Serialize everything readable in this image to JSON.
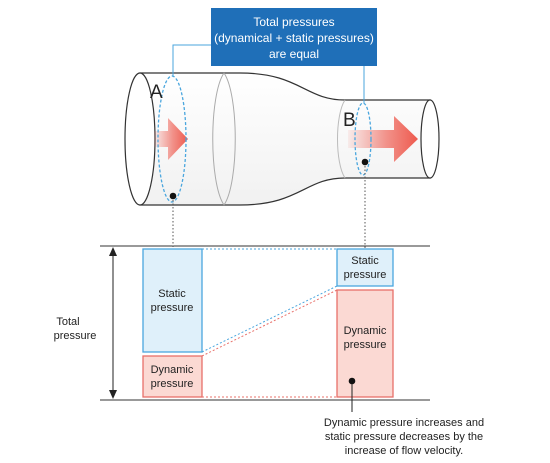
{
  "callout": {
    "line1": "Total pressures",
    "line2": "(dynamical + static pressures)",
    "line3": "are equal"
  },
  "points": {
    "a": "A",
    "b": "B"
  },
  "axis": {
    "line1": "Total",
    "line2": "pressure"
  },
  "point_a": {
    "static_line1": "Static",
    "static_line2": "pressure",
    "dynamic_line1": "Dynamic",
    "dynamic_line2": "pressure"
  },
  "point_b": {
    "static_line1": "Static",
    "static_line2": "pressure",
    "dynamic_line1": "Dynamic",
    "dynamic_line2": "pressure"
  },
  "note": {
    "line1": "Dynamic pressure increases and",
    "line2": "static pressure decreases by the",
    "line3": "increase of flow velocity."
  },
  "colors": {
    "callout_fill": "#1f6fb8",
    "static_fill": "#dff0fa",
    "static_stroke": "#4aa6de",
    "dynamic_fill": "#fbd9d3",
    "dynamic_stroke": "#e8706a",
    "arrow": "#ee5a4e"
  }
}
